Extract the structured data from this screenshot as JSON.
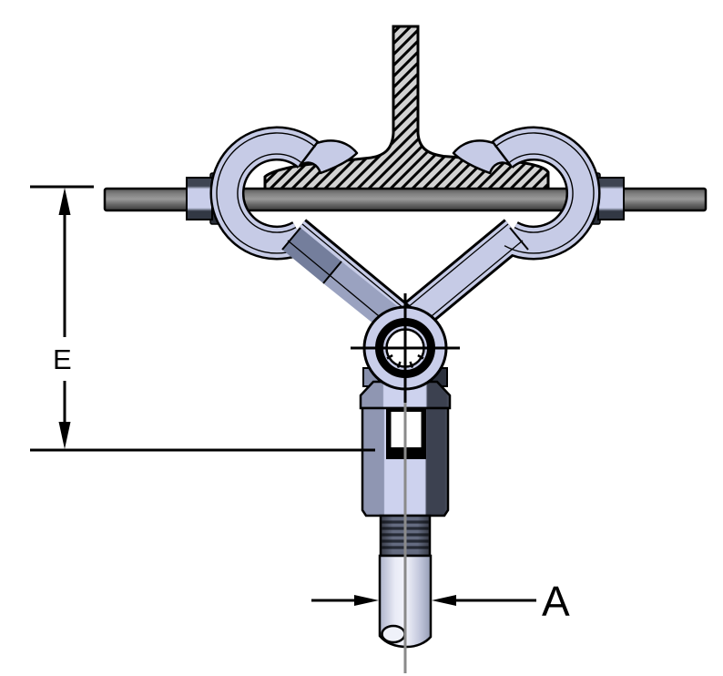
{
  "drawing": {
    "kind": "technical-dimension-drawing",
    "subject": "beam-clamp swivel hanger attached to I-beam flange with threaded hanger rod",
    "dimension_labels": {
      "e": "E",
      "a": "A"
    },
    "semantics": {
      "beam_section": "hatched I-beam web and flange cross-section",
      "clamp_jaws": "two mirrored claw hooks gripping flange edges",
      "cross_rod": "horizontal retaining rod with hex nuts and washers",
      "pivot": "swivel pin with center-mark crosshair",
      "body": "swivel turnbuckle body with sight window",
      "hanger_rod": "threaded vertical rod, measured by dimension A",
      "dimension_e": "vertical distance from cross-rod centerline datum to body datum",
      "dimension_a": "diameter of vertical hanger rod"
    },
    "colors": {
      "background": "#FFFFFF",
      "outline": "#000000",
      "claw_fill": "#C6CBE6",
      "claw_facet_dark": "#747E9C",
      "claw_facet_mid": "#9AA2C0",
      "beam_fill": "#D2D2D2",
      "rod_gray": "#8A8A8A",
      "nut_fill": "#C9CEEA",
      "body_left_band": "#8F96B2",
      "body_center_band": "#CDD2EE",
      "body_right_band": "#3C4150",
      "thread_fill": "#646B80",
      "stud_fill": "#E9EBF6",
      "centerline_gray": "#8A8A8A"
    }
  }
}
